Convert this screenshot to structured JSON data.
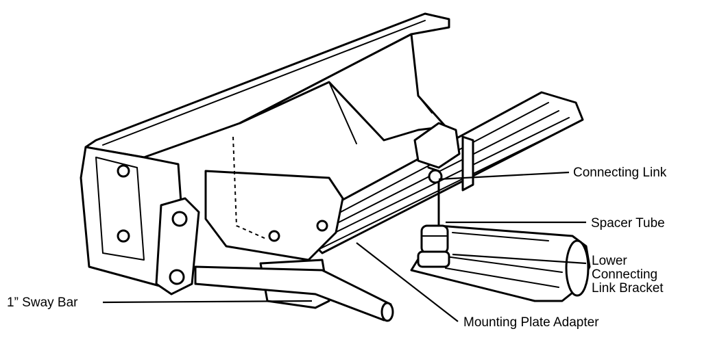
{
  "labels": {
    "connecting_link": "Connecting Link",
    "spacer_tube": "Spacer Tube",
    "lower_bracket_line1": "Lower",
    "lower_bracket_line2": "Connecting",
    "lower_bracket_line3": "Link Bracket",
    "sway_bar": "1” Sway Bar",
    "mounting_plate": "Mounting Plate Adapter"
  }
}
